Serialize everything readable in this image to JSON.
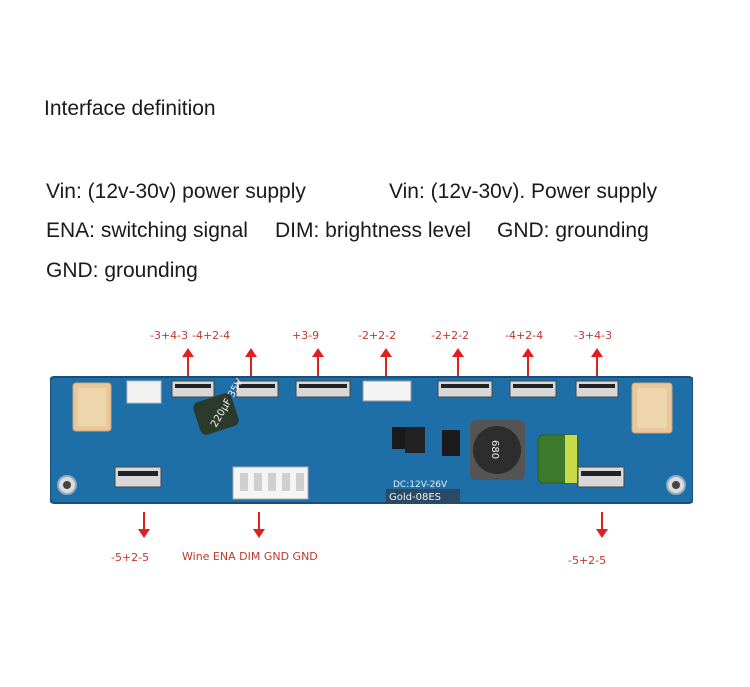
{
  "heading": "Interface definition",
  "definitions": {
    "line1_left": "Vin: (12v-30v) power supply",
    "line1_right": "Vin: (12v-30v). Power supply",
    "line2_a": "ENA: switching signal",
    "line2_b": "DIM: brightness level",
    "line2_c": "GND: grounding",
    "line3": "GND: grounding"
  },
  "top_labels": [
    "-3+4-3",
    "-4+2-4",
    "+3-9",
    "-2+2-2",
    "-2+2-2",
    "-4+2-4",
    "-3+4-3"
  ],
  "bottom_labels": {
    "left": "-5+2-5",
    "pins": "Wine ENA DIM GND GND",
    "right": "-5+2-5"
  },
  "board_markings": {
    "input_voltage": "DC:12V-26V",
    "model": "Gold-08ES",
    "capacitor": "220μF 35V",
    "inductor": "680"
  },
  "colors": {
    "pcb": "#1e6fa8",
    "arrow": "#e02020",
    "label": "#c0392b"
  },
  "icon_names": [
    "pcb-board-photo",
    "arrow-up-icon",
    "arrow-down-icon"
  ]
}
